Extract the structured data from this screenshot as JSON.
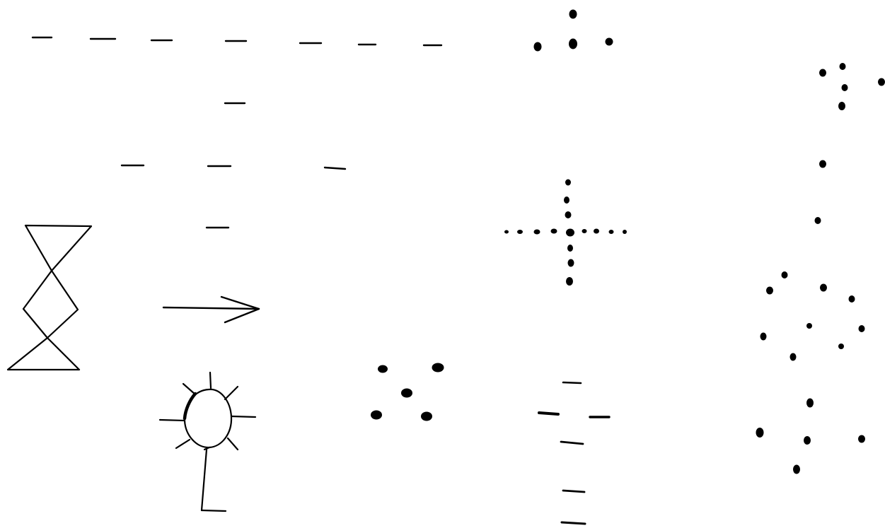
{
  "page": {
    "background": "#ffffff",
    "ink_color": "#000000"
  },
  "glyphs": [
    "dash-row",
    "dash-pattern-t",
    "dot-cluster-top",
    "dot-cluster-top-right",
    "hourglass-figure",
    "arrow-right",
    "dot-cross",
    "dot-column-right",
    "dot-diamond-cluster",
    "dot-x-cluster",
    "rayed-circle-stem-figure",
    "dash-column-bottom",
    "dot-cross-bottom-right"
  ]
}
